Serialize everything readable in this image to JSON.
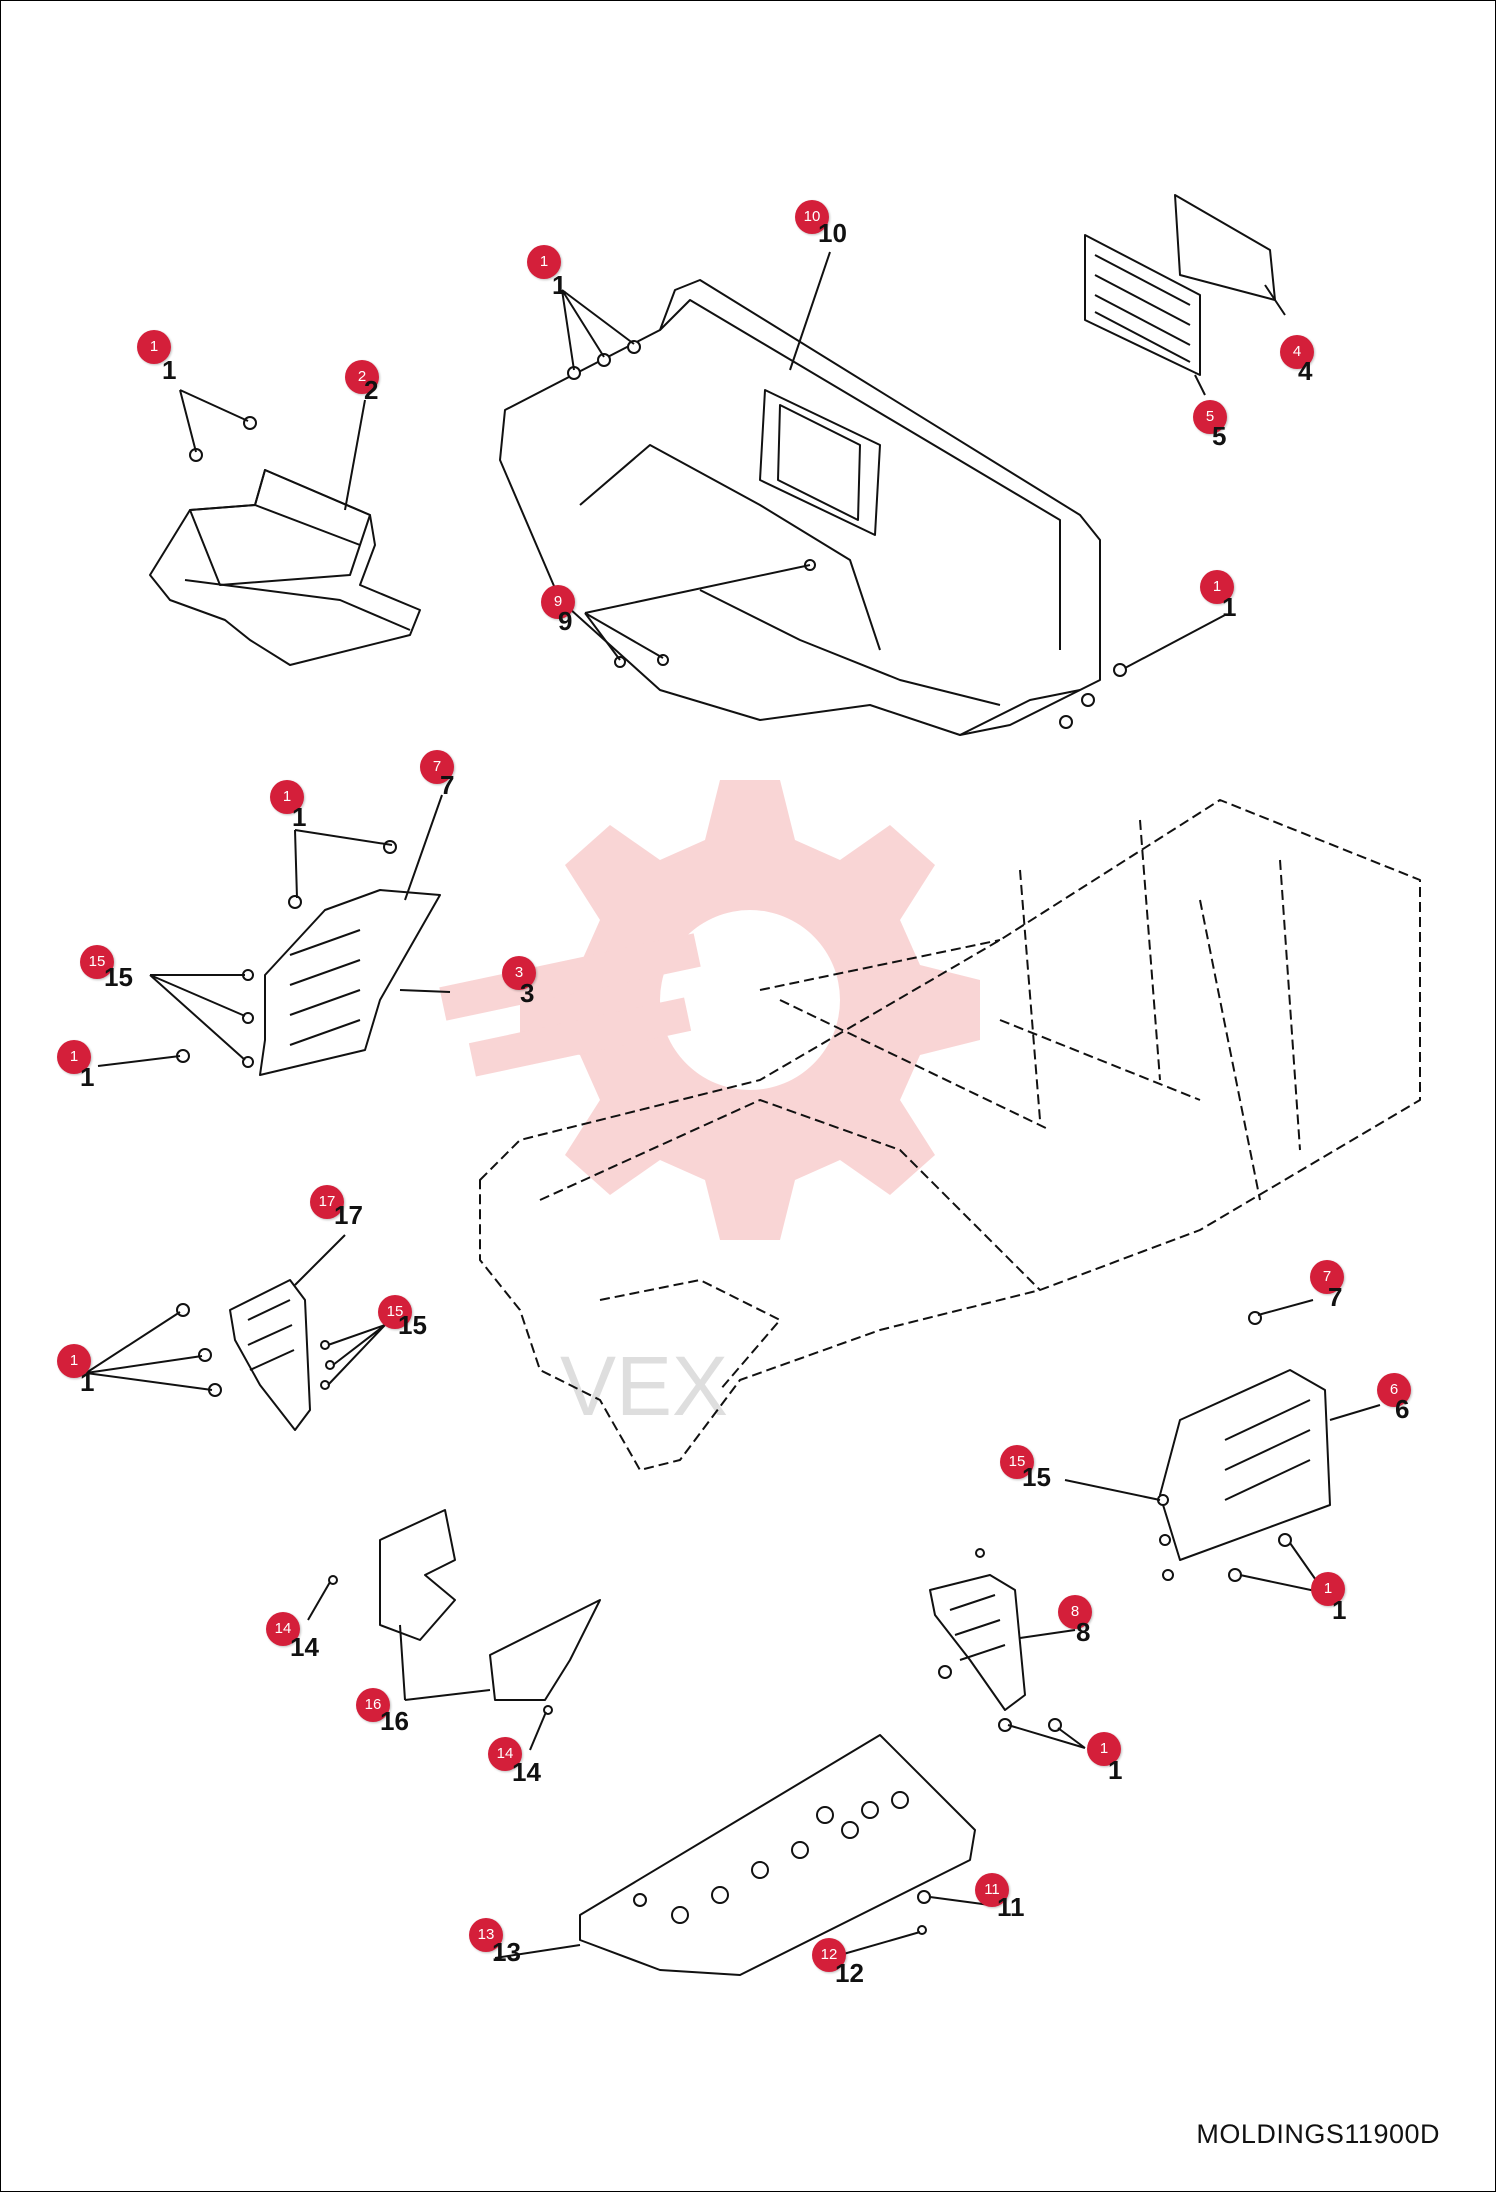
{
  "drawing_code": "MOLDINGS11900D",
  "watermark_text": "VEX",
  "colors": {
    "callout": "#d41f3a",
    "line": "#111111",
    "watermark": "#f7c7c7"
  },
  "callouts": [
    {
      "id": "1",
      "ref": "1"
    },
    {
      "id": "2",
      "ref": "2"
    },
    {
      "id": "1",
      "ref": "1"
    },
    {
      "id": "10",
      "ref": "10"
    },
    {
      "id": "4",
      "ref": "4"
    },
    {
      "id": "5",
      "ref": "5"
    },
    {
      "id": "9",
      "ref": "9"
    },
    {
      "id": "1",
      "ref": "1"
    },
    {
      "id": "1",
      "ref": "1"
    },
    {
      "id": "7",
      "ref": "7"
    },
    {
      "id": "15",
      "ref": "15"
    },
    {
      "id": "3",
      "ref": "3"
    },
    {
      "id": "1",
      "ref": "1"
    },
    {
      "id": "17",
      "ref": "17"
    },
    {
      "id": "15",
      "ref": "15"
    },
    {
      "id": "1",
      "ref": "1"
    },
    {
      "id": "7",
      "ref": "7"
    },
    {
      "id": "6",
      "ref": "6"
    },
    {
      "id": "15",
      "ref": "15"
    },
    {
      "id": "1",
      "ref": "1"
    },
    {
      "id": "8",
      "ref": "8"
    },
    {
      "id": "1",
      "ref": "1"
    },
    {
      "id": "14",
      "ref": "14"
    },
    {
      "id": "16",
      "ref": "16"
    },
    {
      "id": "14",
      "ref": "14"
    },
    {
      "id": "11",
      "ref": "11"
    },
    {
      "id": "12",
      "ref": "12"
    },
    {
      "id": "13",
      "ref": "13"
    }
  ]
}
